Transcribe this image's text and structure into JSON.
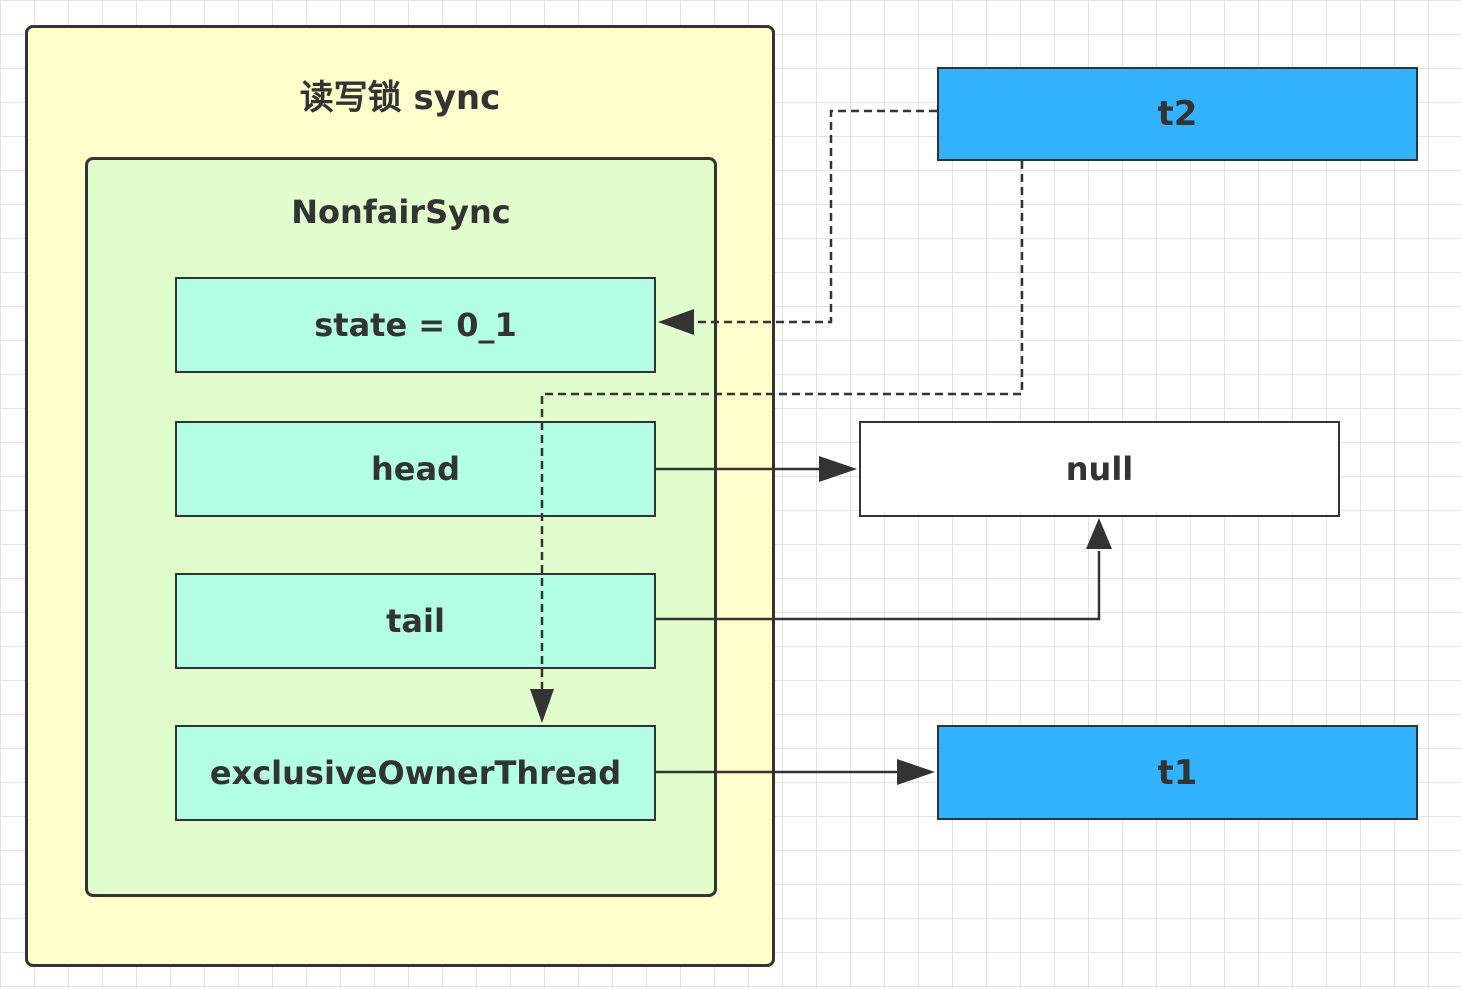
{
  "outer_container": {
    "title": "读写锁 sync"
  },
  "inner_container": {
    "title": "NonfairSync"
  },
  "fields": {
    "state": "state = 0_1",
    "head": "head",
    "tail": "tail",
    "owner": "exclusiveOwnerThread"
  },
  "nodes": {
    "null": "null",
    "t1": "t1",
    "t2": "t2"
  },
  "colors": {
    "outer_fill": "#ffffcc",
    "inner_fill": "#e0ffcc",
    "field_fill": "#b3ffe6",
    "thread_fill": "#33b3ff",
    "stroke": "#333333"
  }
}
